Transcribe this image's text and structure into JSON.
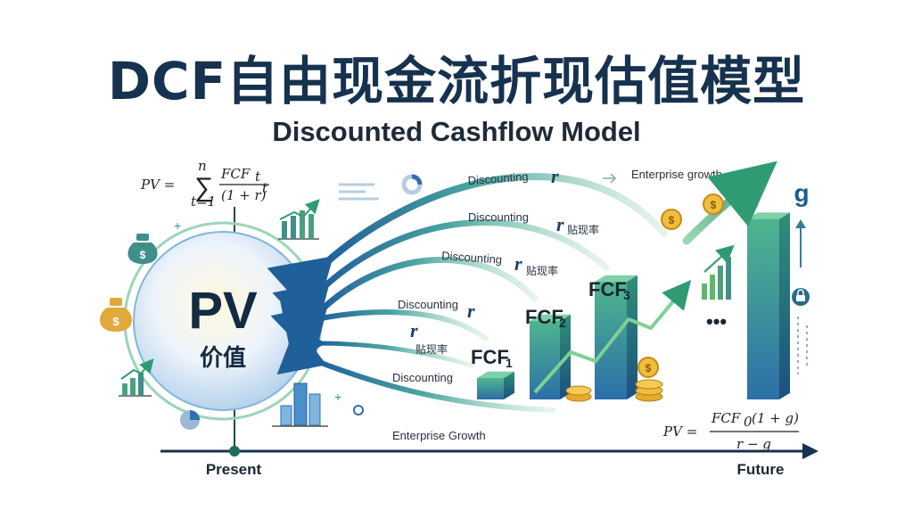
{
  "header": {
    "title": "DCF自由现金流折现估值模型",
    "subtitle": "Discounted Cashflow Model"
  },
  "pv_circle": {
    "big_label": "PV",
    "cn_label": "价值"
  },
  "formulas": {
    "pv_sum": {
      "lhs": "PV =",
      "sigma": "∑",
      "upper": "n",
      "lower": "t=1",
      "numerator": "FCF",
      "numerator_sub": "t",
      "denominator": "(1 + r)",
      "denominator_sup": "t"
    },
    "gordon": {
      "lhs": "PV =",
      "numerator": "FCF",
      "numerator_sub": "0",
      "numerator_rest": "(1 + g)",
      "denominator": "r − g"
    }
  },
  "arrows": {
    "discounting": "Discounting",
    "r_symbol": "r",
    "discount_rate_cn": "贴现率",
    "enterprise_growth_top": "Enterprise growth",
    "enterprise_growth_bottom": "Enterprise Growth"
  },
  "bars": [
    {
      "label": "FCF",
      "sub": "1",
      "value": 1
    },
    {
      "label": "FCF",
      "sub": "2",
      "value": 2
    },
    {
      "label": "FCF",
      "sub": "3",
      "value": 3
    },
    {
      "label": "•••",
      "sub": "",
      "value": 4
    },
    {
      "label": "",
      "sub": "",
      "value": 5
    }
  ],
  "growth_symbol": "g",
  "timeline": {
    "start": "Present",
    "end": "Future"
  },
  "colors": {
    "navy": "#16324f",
    "teal": "#2e9a8a",
    "green": "#5cb86a",
    "blue": "#2f6fb0",
    "gold": "#e8b23a"
  },
  "icons": [
    "money-bag-icon",
    "money-bag-icon",
    "bar-chart-icon",
    "pie-chart-icon",
    "buildings-icon",
    "coin-icon",
    "lock-icon"
  ]
}
